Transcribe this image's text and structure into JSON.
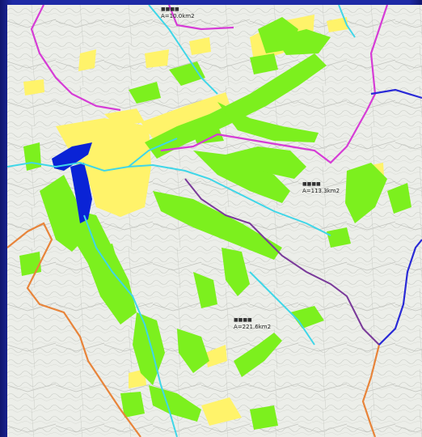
{
  "map": {
    "top_title_fragment": "",
    "labels": [
      {
        "id": "area-north",
        "value": "A=10.0km2"
      },
      {
        "id": "area-east",
        "value": "A=113.3km2"
      },
      {
        "id": "area-south",
        "value": "A=221.6km2"
      }
    ],
    "colors": {
      "background_frame": "#1e2aa6",
      "flood_forest_green": "#7cf01e",
      "paddy_yellow": "#fff36a",
      "reservoir_blue": "#0a23d6",
      "river_cyan": "#3fd6e8",
      "boundary_magenta": "#d63cd6",
      "boundary_orange": "#e8843a",
      "boundary_blue": "#2a2ad6",
      "boundary_purple": "#7a3a9a"
    }
  }
}
